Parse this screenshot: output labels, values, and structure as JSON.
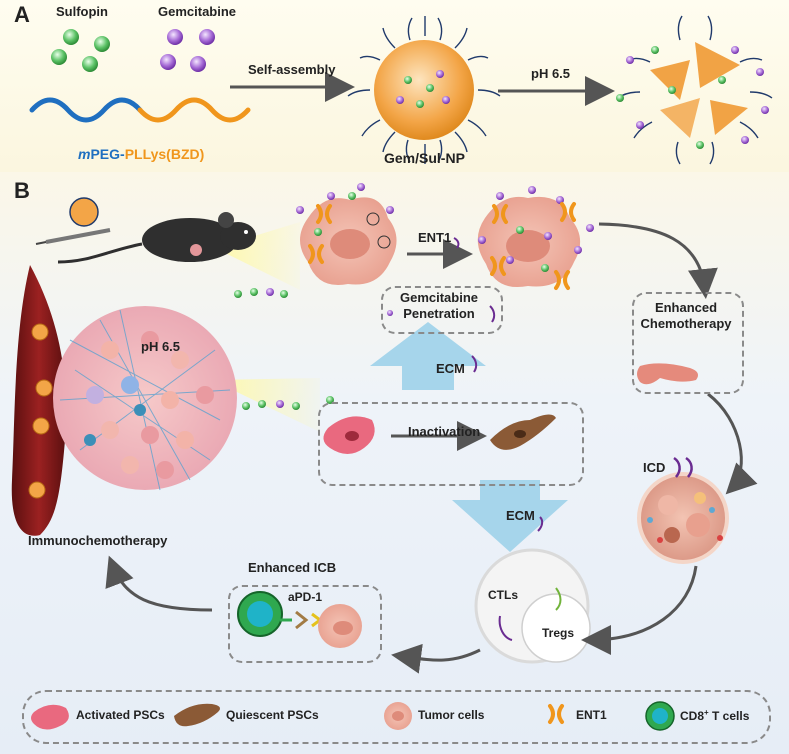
{
  "panel_a": {
    "letter": "A",
    "sulfopin": "Sulfopin",
    "gemcitabine": "Gemcitabine",
    "self_assembly": "Self-assembly",
    "ph": "pH 6.5",
    "polymer_m": "m",
    "polymer_peg": "PEG-",
    "polymer_pllys": "PLLys(BZD)",
    "np_label": "Gem/Sul-NP"
  },
  "panel_b": {
    "letter": "B",
    "ent1": "ENT1",
    "gem_pen_1": "Gemcitabine",
    "gem_pen_2": "Penetration",
    "enhanced_chemo_1": "Enhanced",
    "enhanced_chemo_2": "Chemotherapy",
    "ph": "pH 6.5",
    "ecm_top": "ECM",
    "inactivation": "Inactivation",
    "ecm_bottom": "ECM",
    "icd": "ICD",
    "ctls": "CTLs",
    "tregs": "Tregs",
    "enhanced_icb": "Enhanced ICB",
    "apd1": "aPD-1",
    "immunochemo": "Immunochemotherapy"
  },
  "legend": {
    "activated_pscs": "Activated PSCs",
    "quiescent_pscs": "Quiescent PSCs",
    "tumor_cells": "Tumor cells",
    "ent1": "ENT1",
    "cd8_pre": "CD8",
    "cd8_sup": "+",
    "cd8_post": " T cells"
  },
  "colors": {
    "sulfopin_green": "#3fae49",
    "gemcitabine_purple": "#9b59d0",
    "peg_blue": "#1f6fc0",
    "pllys_orange": "#f0961c",
    "arrow_gray": "#555555",
    "up_arrow_purple": "#6a2c91",
    "vessel_red": "#8b1a1a",
    "light_blue_arrow": "#9fd0e6"
  }
}
